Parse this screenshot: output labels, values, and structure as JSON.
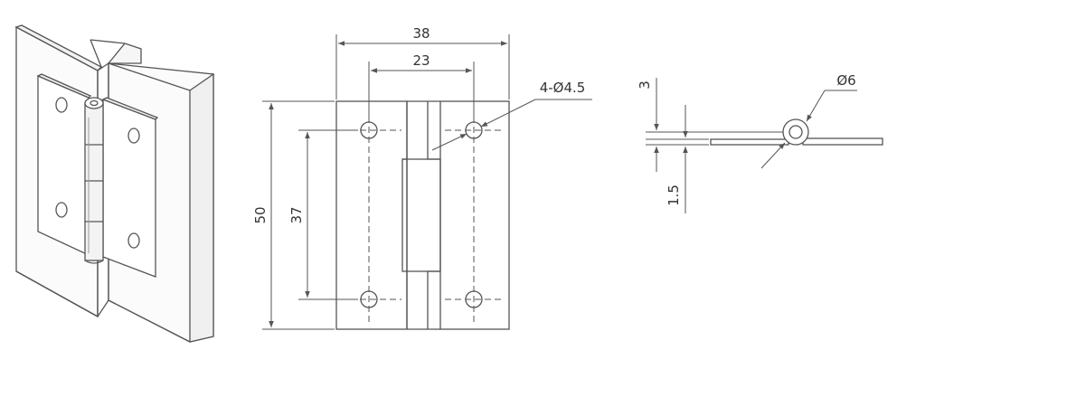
{
  "colors": {
    "line": "#555555",
    "text": "#333333",
    "background": "#ffffff"
  },
  "isometric": {
    "icon": "hinge-isometric-illustration"
  },
  "front_view": {
    "overall_width": "38",
    "hole_spacing_h": "23",
    "hole_callout": "4-Ø4.5",
    "overall_height": "50",
    "hole_spacing_v": "37"
  },
  "side_view": {
    "plate_thickness_top": "3",
    "leaf_thickness": "1.5",
    "pin_diameter": "Ø6"
  }
}
